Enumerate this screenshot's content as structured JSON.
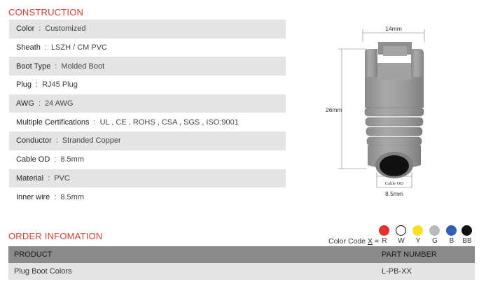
{
  "construction": {
    "title": "CONSTRUCTION",
    "rows": [
      {
        "label": "Color",
        "value": "Customized"
      },
      {
        "label": "Sheath",
        "value": "LSZH / CM PVC"
      },
      {
        "label": "Boot Type",
        "value": "Molded Boot"
      },
      {
        "label": "Plug",
        "value": "RJ45 Plug"
      },
      {
        "label": "AWG",
        "value": "24 AWG"
      },
      {
        "label": "Multiple Certifications",
        "value": "UL , CE , ROHS , CSA , SGS , ISO:9001"
      },
      {
        "label": "Conductor",
        "value": "Stranded Copper"
      },
      {
        "label": "Cable OD",
        "value": "8.5mm"
      },
      {
        "label": "Material",
        "value": "PVC"
      },
      {
        "label": "Inner wire",
        "value": "8.5mm"
      }
    ],
    "separator": ":"
  },
  "figure": {
    "width_label": "14mm",
    "height_label": "26mm",
    "od_tag": "Cable OD",
    "od_value": "8.5mm",
    "boot_color": "#9c9c9c"
  },
  "order": {
    "title": "ORDER INFOMATION",
    "color_code_prefix": "Color Code ",
    "color_code_x": "X",
    "color_code_eq": " =",
    "colors": [
      {
        "letter": "R",
        "hex": "#e2332c"
      },
      {
        "letter": "W",
        "hex": "#ffffff"
      },
      {
        "letter": "Y",
        "hex": "#f6e024"
      },
      {
        "letter": "G",
        "hex": "#b9b9b9"
      },
      {
        "letter": "B",
        "hex": "#2f5fb0"
      },
      {
        "letter": "BB",
        "hex": "#111111"
      }
    ],
    "headers": [
      "PRODUCT",
      "PART NUMBER"
    ],
    "rows": [
      [
        "Plug Boot Colors",
        "L-PB-XX"
      ]
    ]
  }
}
